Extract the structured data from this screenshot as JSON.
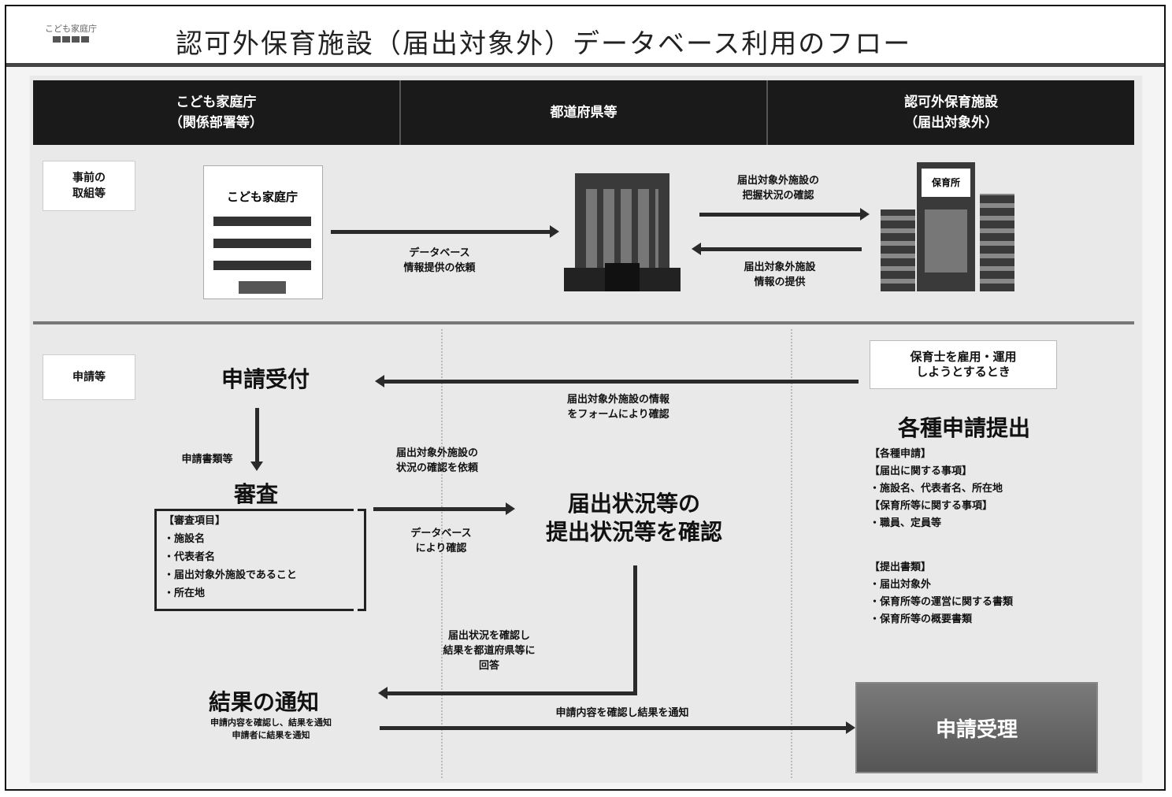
{
  "header": {
    "logo_line1": "こども家庭庁",
    "title": "認可外保育施設（届出対象外）データベース利用のフロー"
  },
  "columns": [
    {
      "line1": "こども家庭庁",
      "line2": "（関係部署等）"
    },
    {
      "line1": "都道府県等"
    },
    {
      "line1": "認可外保育施設",
      "line2": "（届出対象外）"
    }
  ],
  "rows": {
    "top_label": "事前の\n取組等",
    "bottom_label": "申請等"
  },
  "top": {
    "agency_sign": "こども家庭庁",
    "arrow_to_pref": "データベース\n情報提供の依頼",
    "pref_to_facility": "届出対象外施設の\n把握状況の確認",
    "facility_to_pref": "届出対象外施設\n情報の提供",
    "facility_sign": "保育所"
  },
  "bottom": {
    "note_box": "保育士を雇用・運用\nしようとするとき",
    "receive": "申請受付",
    "receive_arrow_label": "届出対象外施設の情報\nをフォームにより確認",
    "step_label": "申請書類等",
    "review": "審査",
    "review_items": [
      "【審査項目】",
      "・施設名",
      "・代表者名",
      "・届出対象外施設であること",
      "・所在地"
    ],
    "query_label": "届出対象外施設の\n状況の確認を依頼",
    "reply_label": "データベース\nにより確認",
    "confirm": "届出状況等の\n提出状況等を確認",
    "submit_title": "各種申請提出",
    "submit_items": [
      "【各種申請】",
      "【届出に関する事項】",
      "・施設名、代表者名、所在地",
      "【保育所等に関する事項】",
      "・職員、定員等"
    ],
    "submit_items2": [
      "【提出書類】",
      "・届出対象外",
      "・保育所等の運営に関する書類",
      "・保育所等の概要書類"
    ],
    "result_label": "届出状況を確認し\n結果を都道府県等に\n回答",
    "decision": "結果の通知",
    "decision_note": "申請内容を確認し、結果を通知\n申請者に結果を通知",
    "decision_arrow_label": "申請内容を確認し結果を通知",
    "final": "申請受理"
  }
}
